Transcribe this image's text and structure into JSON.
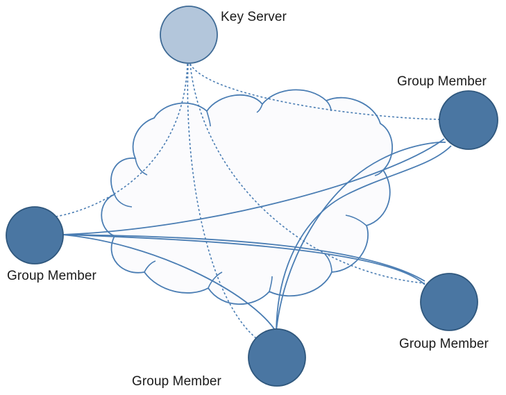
{
  "nodes": {
    "key_server": {
      "label": "Key Server",
      "color": "#B3C6DB"
    },
    "group_members": [
      {
        "id": "gm-right-top",
        "label": "Group Member"
      },
      {
        "id": "gm-left",
        "label": "Group Member"
      },
      {
        "id": "gm-right-bottom",
        "label": "Group Member"
      },
      {
        "id": "gm-bottom",
        "label": "Group Member"
      }
    ],
    "member_color": "#4A76A2"
  },
  "cloud_color": "#FBFBFD",
  "link_color": "#4A7DB3"
}
